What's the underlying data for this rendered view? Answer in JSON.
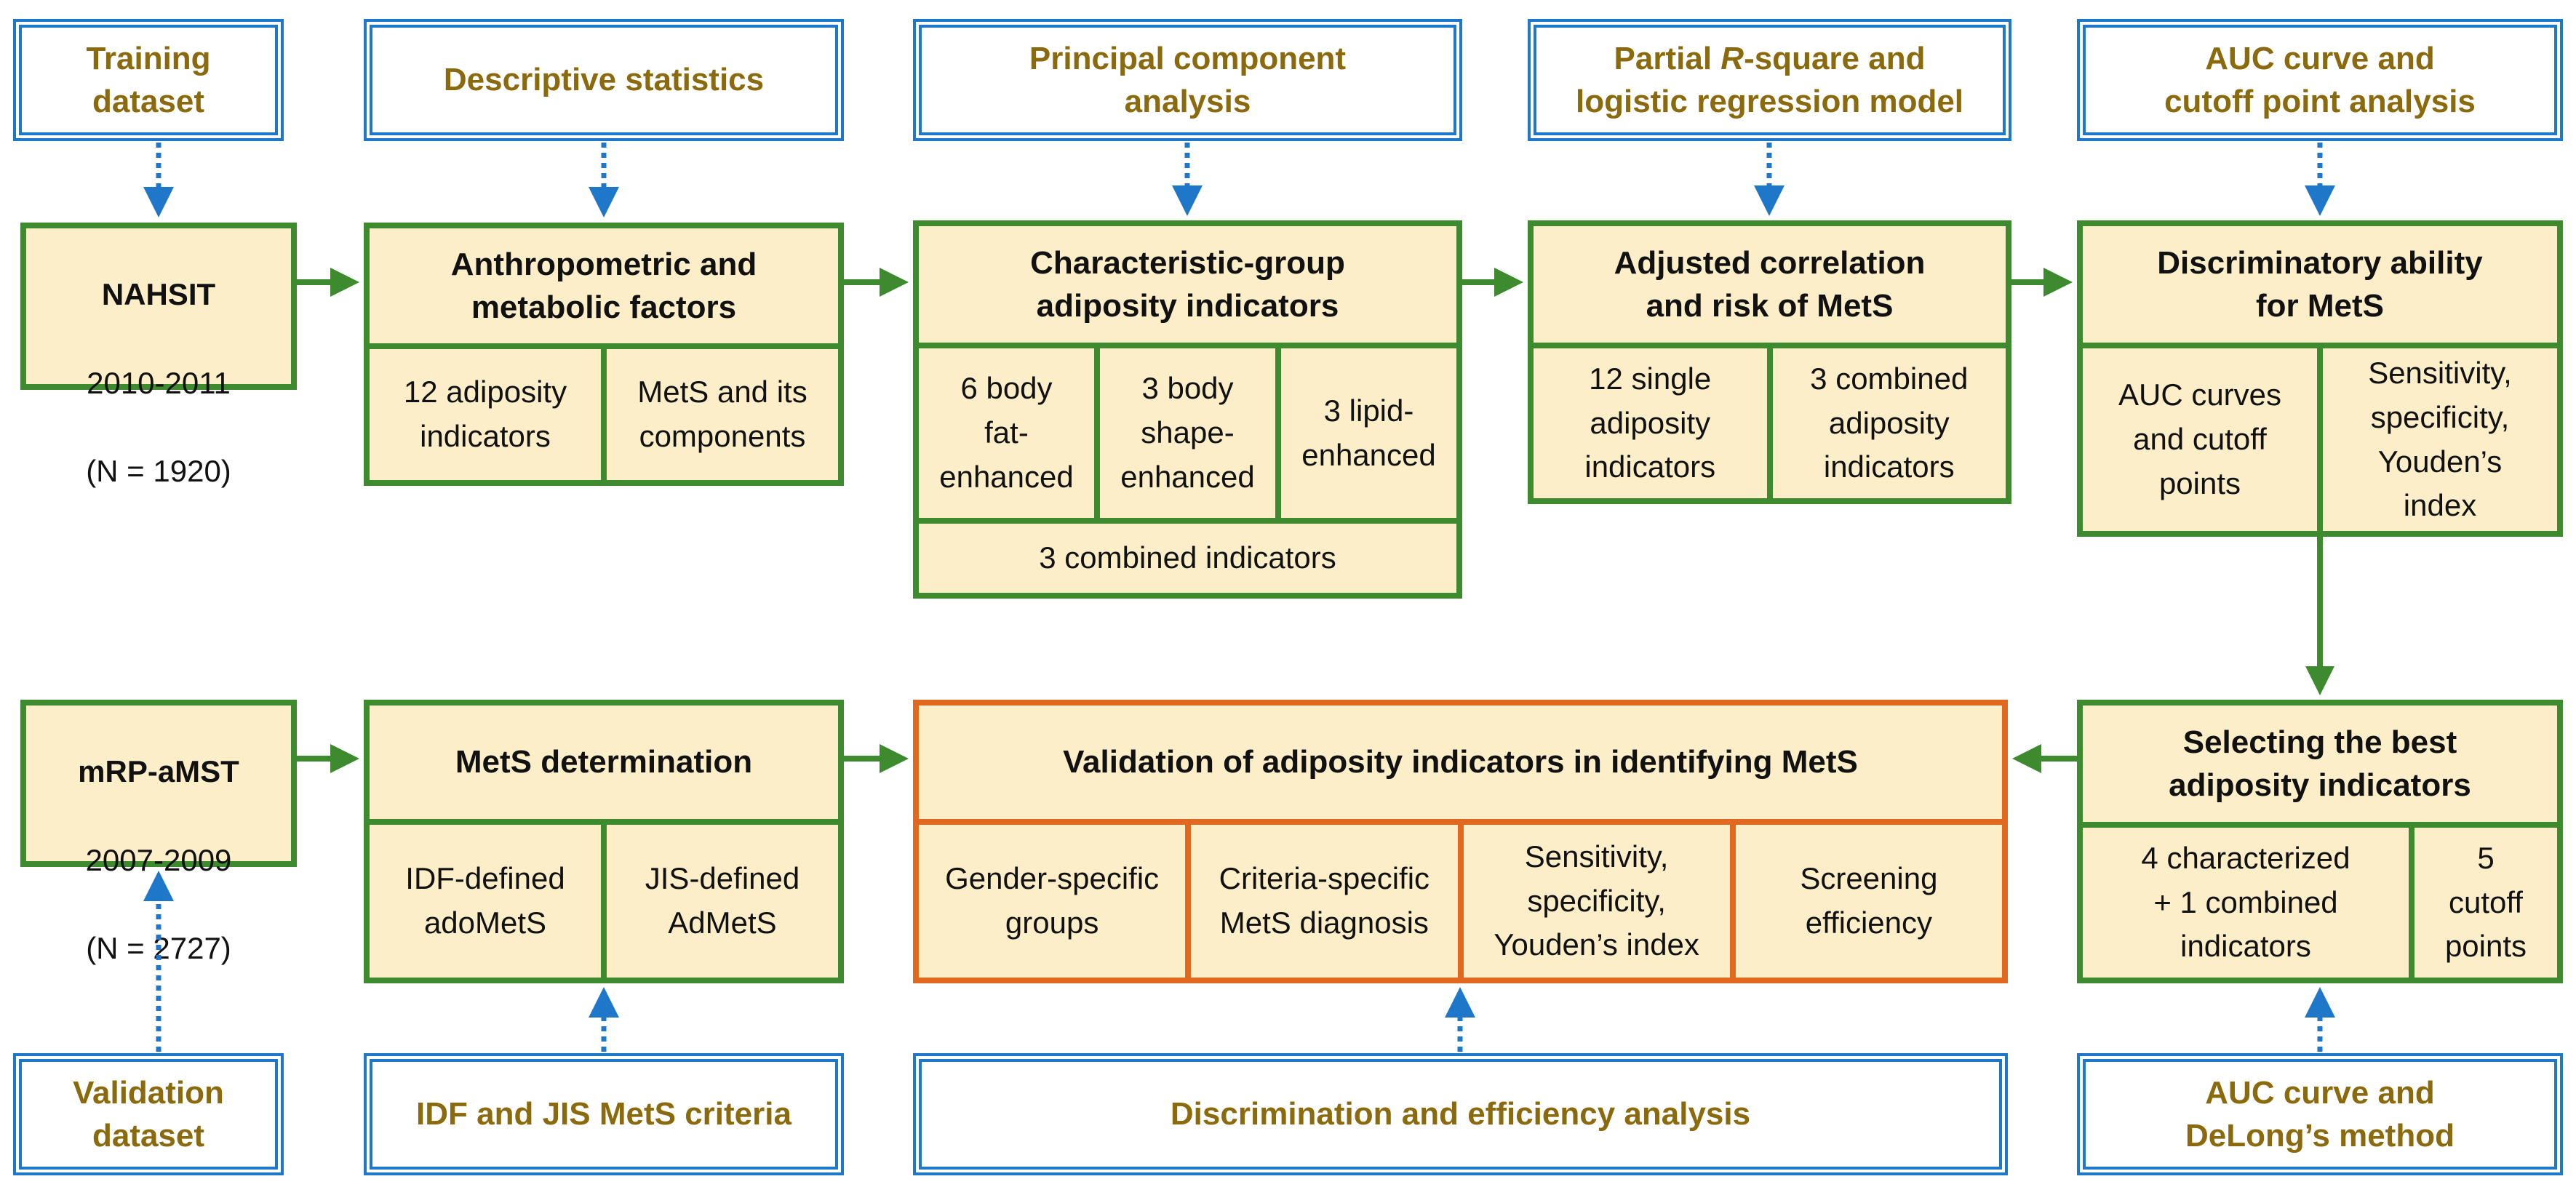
{
  "colors": {
    "method_border": "#1f77c9",
    "method_text": "#8a6a0c",
    "process_border": "#3e8a2f",
    "process_fill": "#fceec8",
    "validation_border": "#e0691f",
    "dotted_arrow": "#1f77c9",
    "solid_arrow": "#3e8a2f"
  },
  "methods_top": {
    "training": "Training\ndataset",
    "descriptive": "Descriptive statistics",
    "pca": "Principal component\nanalysis",
    "partial_r_pre": "Partial ",
    "partial_r_italic": "R",
    "partial_r_post": "-square and\nlogistic regression model",
    "auc_cutoff": "AUC curve and\ncutoff point analysis"
  },
  "methods_bottom": {
    "validation": "Validation\ndataset",
    "idf_jis": "IDF and JIS MetS criteria",
    "discrimination": "Discrimination  and efficiency analysis",
    "delong": "AUC curve and\nDeLong’s method"
  },
  "nahsit": {
    "title": "NAHSIT",
    "years": "2010-2011",
    "n": "(N = 1920)"
  },
  "mrp": {
    "title": "mRP-aMST",
    "years": "2007-2009",
    "n": "(N = 2727)"
  },
  "anthropometric": {
    "title": "Anthropometric and\nmetabolic factors",
    "cells": [
      "12 adiposity\nindicators",
      "MetS and its\ncomponents"
    ]
  },
  "characteristic": {
    "title": "Characteristic-group\nadiposity indicators",
    "cells": [
      "6 body\nfat-\nenhanced",
      "3 body\nshape-\nenhanced",
      "3 lipid-\nenhanced"
    ],
    "combined": "3 combined indicators"
  },
  "adjusted": {
    "title": "Adjusted correlation\nand risk of MetS",
    "cells": [
      "12 single\nadiposity\nindicators",
      "3 combined\nadiposity\nindicators"
    ]
  },
  "discriminatory": {
    "title": "Discriminatory  ability\nfor MetS",
    "cells": [
      "AUC curves\nand cutoff\npoints",
      "Sensitivity,\nspecificity,\nYouden’s\nindex"
    ]
  },
  "mets_determination": {
    "title": "MetS determination",
    "cells": [
      "IDF-defined\nadoMetS",
      "JIS-defined\nAdMetS"
    ]
  },
  "validation_box": {
    "title": "Validation  of adiposity  indicators  in identifying  MetS",
    "cells": [
      "Gender-specific\ngroups",
      "Criteria-specific\nMetS diagnosis",
      "Sensitivity,\nspecificity,\nYouden’s index",
      "Screening\nefficiency"
    ]
  },
  "selecting": {
    "title": "Selecting the best\nadiposity  indicators",
    "cells": [
      "4 characterized\n+ 1 combined\nindicators",
      "5\ncutoff\npoints"
    ]
  }
}
